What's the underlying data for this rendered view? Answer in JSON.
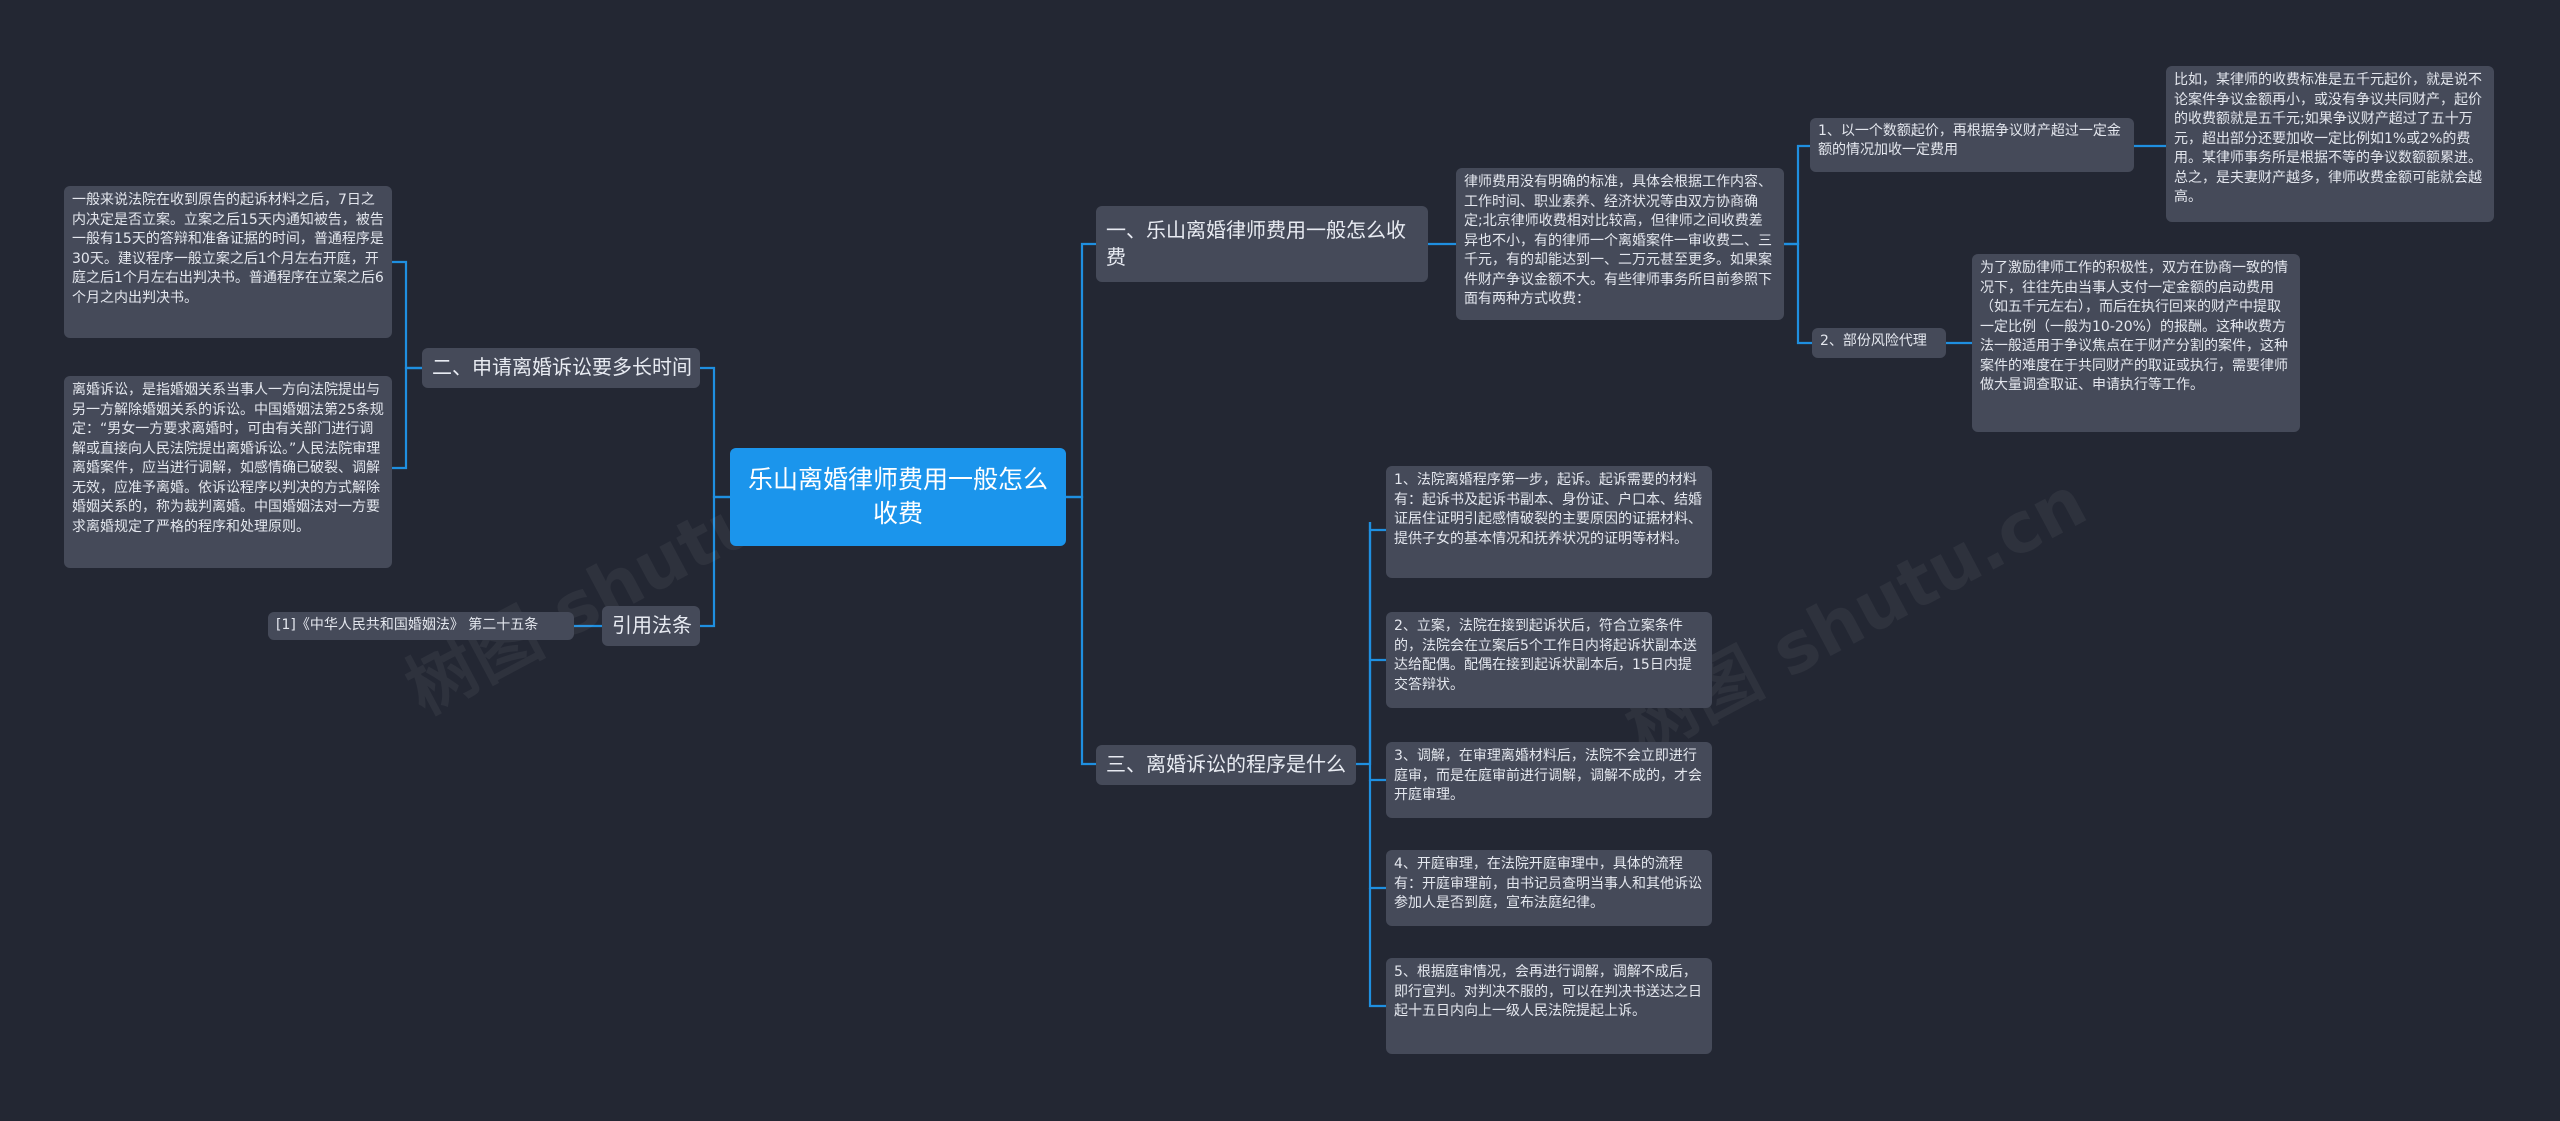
{
  "root": {
    "label": "乐山离婚律师费用一般怎么收费"
  },
  "branches": {
    "b1": {
      "label": "一、乐山离婚律师费用一般怎么收费"
    },
    "b2": {
      "label": "二、申请离婚诉讼要多长时间"
    },
    "b3": {
      "label": "三、离婚诉讼的程序是什么"
    },
    "b4": {
      "label": "引用法条"
    }
  },
  "b1_children": {
    "intro": "律师费用没有明确的标准，具体会根据工作内容、工作时间、职业素养、经济状况等由双方协商确定;北京律师收费相对比较高，但律师之间收费差异也不小，有的律师一个离婚案件一审收费二、三千元，有的却能达到一、二万元甚至更多。如果案件财产争议金额不大。有些律师事务所目前参照下面有两种方式收费：",
    "method1": "1、以一个数额起价，再根据争议财产超过一定金额的情况加收一定费用",
    "method1_detail": "比如，某律师的收费标准是五千元起价，就是说不论案件争议金额再小，或没有争议共同财产，起价的收费额就是五千元;如果争议财产超过了五十万元，超出部分还要加收一定比例如1%或2%的费用。某律师事务所是根据不等的争议数额额累进。总之，是夫妻财产越多，律师收费金额可能就会越高。",
    "method2": "2、部份风险代理",
    "method2_detail": "为了激励律师工作的积极性，双方在协商一致的情况下，往往先由当事人支付一定金额的启动费用（如五千元左右），而后在执行回来的财产中提取一定比例（一般为10-20%）的报酬。这种收费方法一般适用于争议焦点在于财产分割的案件，这种案件的难度在于共同财产的取证或执行，需要律师做大量调查取证、申请执行等工作。"
  },
  "b2_children": {
    "time": "一般来说法院在收到原告的起诉材料之后，7日之内决定是否立案。立案之后15天内通知被告，被告一般有15天的答辩和准备证据的时间，普通程序是30天。建议程序一般立案之后1个月左右开庭，开庭之后1个月左右出判决书。普通程序在立案之后6个月之内出判决书。",
    "definition": "离婚诉讼，是指婚姻关系当事人一方向法院提出与另一方解除婚姻关系的诉讼。中国婚姻法第25条规定：“男女一方要求离婚时，可由有关部门进行调解或直接向人民法院提出离婚诉讼。”人民法院审理离婚案件，应当进行调解，如感情确已破裂、调解无效，应准予离婚。依诉讼程序以判决的方式解除婚姻关系的，称为裁判离婚。中国婚姻法对一方要求离婚规定了严格的程序和处理原则。"
  },
  "b3_children": [
    "1、法院离婚程序第一步，起诉。起诉需要的材料有：起诉书及起诉书副本、身份证、户口本、结婚证居住证明引起感情破裂的主要原因的证据材料、提供子女的基本情况和抚养状况的证明等材料。",
    "2、立案，法院在接到起诉状后，符合立案条件的，法院会在立案后5个工作日内将起诉状副本送达给配偶。配偶在接到起诉状副本后，15日内提交答辩状。",
    "3、调解，在审理离婚材料后，法院不会立即进行庭审，而是在庭审前进行调解，调解不成的，才会开庭审理。",
    "4、开庭审理，在法院开庭审理中，具体的流程有：开庭审理前，由书记员查明当事人和其他诉讼参加人是否到庭，宣布法庭纪律。",
    "5、根据庭审情况，会再进行调解，调解不成后，即行宣判。对判决不服的，可以在判决书送达之日起十五日内向上一级人民法院提起上诉。"
  ],
  "b4_children": {
    "law": "[1]《中华人民共和国婚姻法》 第二十五条"
  },
  "colors": {
    "background": "#232733",
    "root": "#1b95ec",
    "node": "#454a59",
    "edge": "#1f8fe0"
  }
}
